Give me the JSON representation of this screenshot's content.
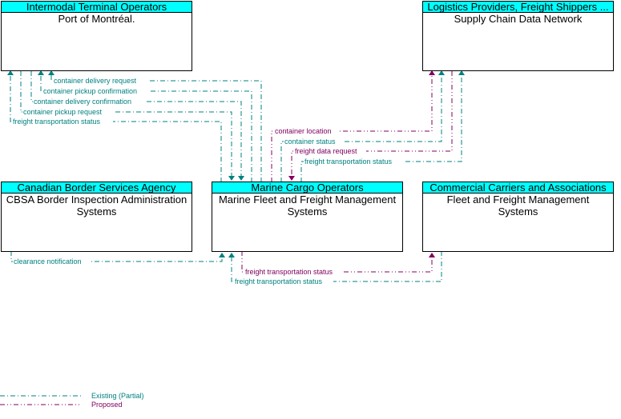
{
  "nodes": {
    "port": {
      "stakeholder": "Intermodal Terminal Operators",
      "element": [
        "Port of Montréal."
      ]
    },
    "scdn": {
      "stakeholder": "Logistics Providers, Freight Shippers ...",
      "element": [
        "Supply Chain Data Network"
      ]
    },
    "cbsa": {
      "stakeholder": "Canadian Border Services Agency",
      "element": [
        "CBSA Border Inspection Administration",
        "Systems"
      ]
    },
    "marine": {
      "stakeholder": "Marine Cargo Operators",
      "element": [
        "Marine Fleet and Freight Management",
        "Systems"
      ]
    },
    "carriers": {
      "stakeholder": "Commercial Carriers and Associations",
      "element": [
        "Fleet and Freight Management",
        "Systems"
      ]
    }
  },
  "flows": [
    {
      "label": "container delivery request",
      "status": "existing"
    },
    {
      "label": "container pickup confirmation",
      "status": "existing"
    },
    {
      "label": "container delivery confirmation",
      "status": "existing"
    },
    {
      "label": "container pickup request",
      "status": "existing"
    },
    {
      "label": "freight transportation status",
      "status": "existing"
    },
    {
      "label": "container location",
      "status": "proposed"
    },
    {
      "label": "container status",
      "status": "existing"
    },
    {
      "label": "freight data request",
      "status": "proposed"
    },
    {
      "label": "freight transportation status",
      "status": "existing"
    },
    {
      "label": "clearance notification",
      "status": "existing"
    },
    {
      "label": "freight transportation status",
      "status": "proposed"
    },
    {
      "label": "freight transportation status",
      "status": "existing"
    }
  ],
  "legend": {
    "existing": "Existing (Partial)",
    "proposed": "Proposed"
  },
  "colors": {
    "header": "#00ffff",
    "existing": "#008080",
    "proposed": "#800060"
  }
}
